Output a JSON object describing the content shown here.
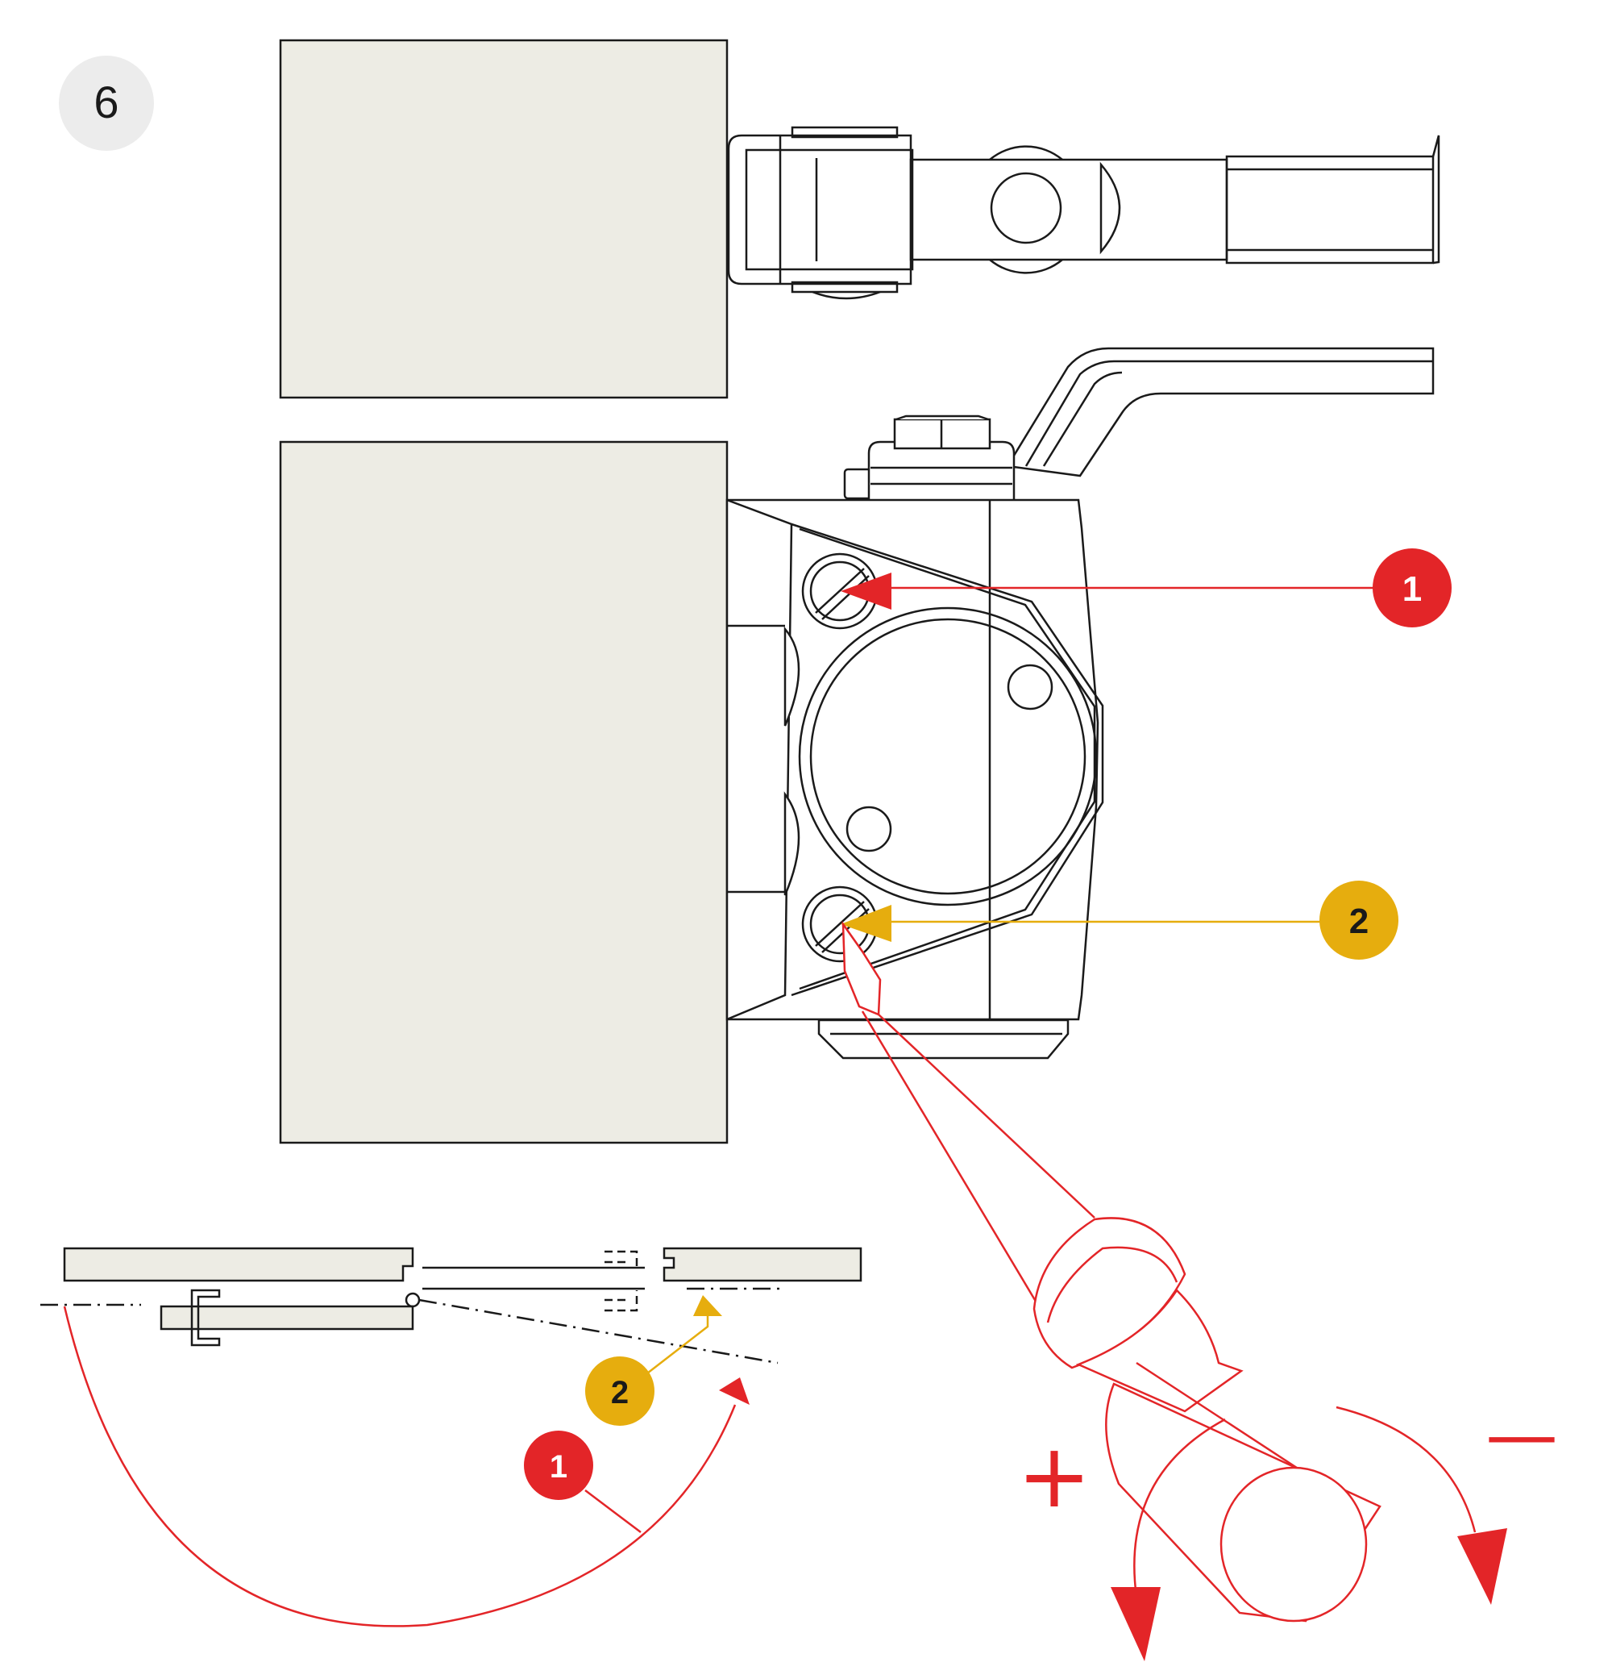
{
  "step": {
    "number": "6"
  },
  "callouts": {
    "main_one": "1",
    "main_two": "2",
    "detail_one": "1",
    "detail_two": "2"
  },
  "rotation_signs": {
    "plus": "+",
    "minus": "—"
  },
  "colors": {
    "panel_fill": "#edece4",
    "line": "#1a1a1a",
    "accent_red": "#e32528",
    "accent_yellow": "#e6ad0e",
    "step_badge": "#ececec"
  },
  "icons": {
    "tool": "screwdriver-icon",
    "adjust_screw": "slotted-screw-icon"
  }
}
